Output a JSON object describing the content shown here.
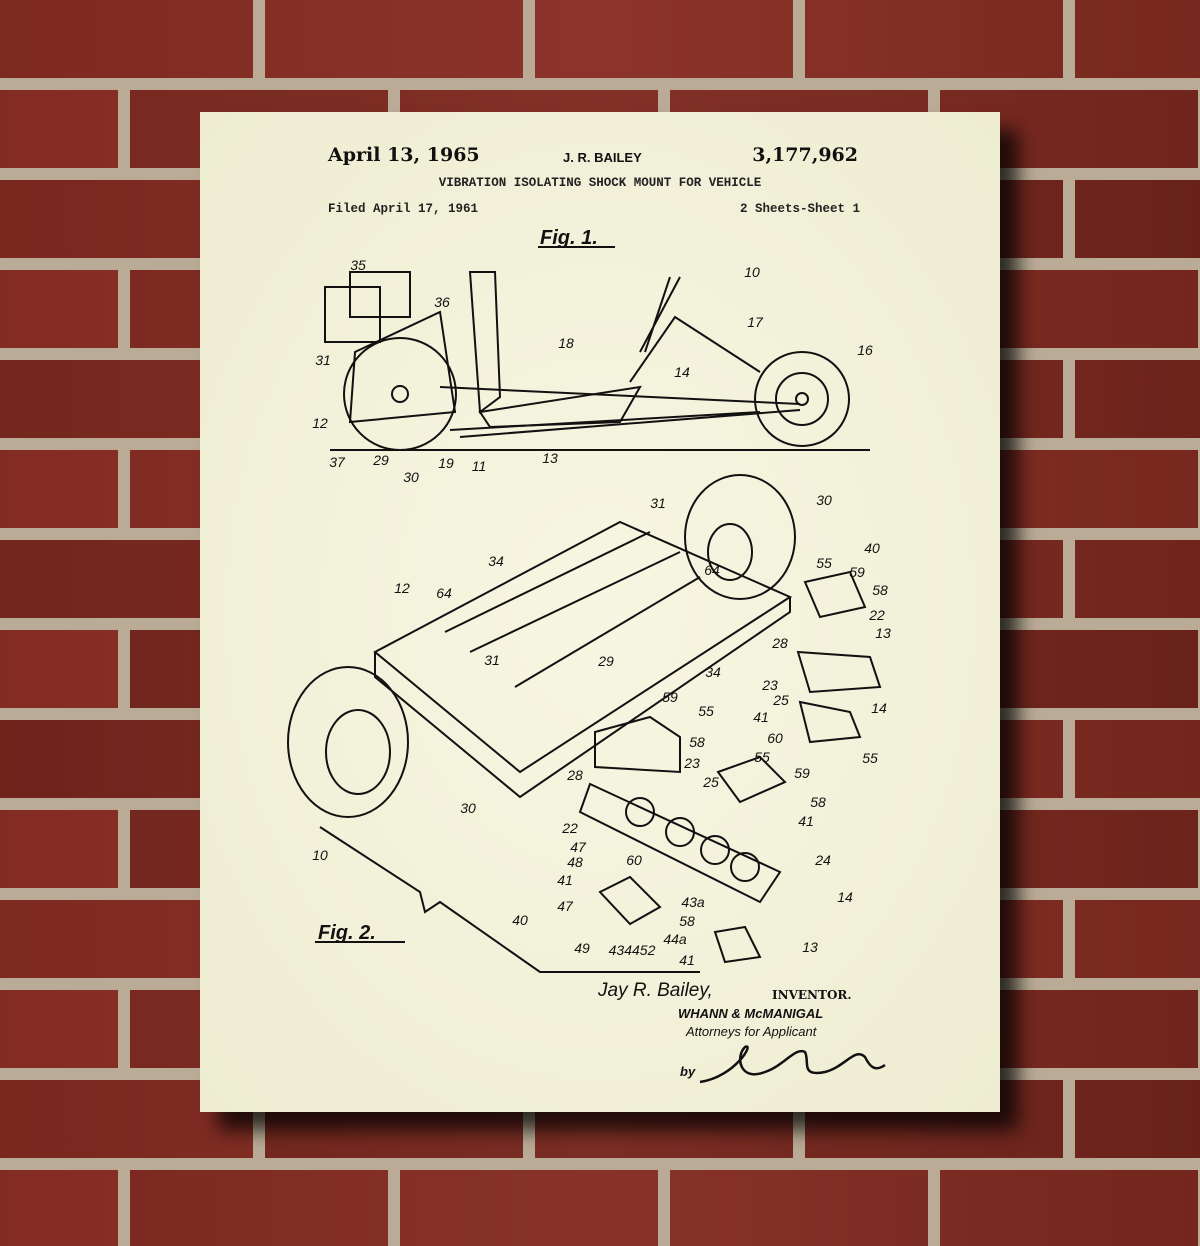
{
  "patent": {
    "date": "April 13, 1965",
    "inventor_header": "J. R. BAILEY",
    "number": "3,177,962",
    "title": "VIBRATION ISOLATING SHOCK MOUNT FOR VEHICLE",
    "filed": "Filed April 17, 1961",
    "sheets": "2 Sheets-Sheet 1"
  },
  "figures": {
    "fig1_label": "Fig. 1.",
    "fig2_label": "Fig. 2.",
    "fig1_numerals": [
      "35",
      "36",
      "31",
      "12",
      "37",
      "29",
      "30",
      "19",
      "11",
      "13",
      "18",
      "14",
      "17",
      "10",
      "16"
    ],
    "fig2_numerals": [
      "31",
      "30",
      "40",
      "55",
      "59",
      "58",
      "22",
      "13",
      "28",
      "23",
      "25",
      "41",
      "14",
      "60",
      "55",
      "34",
      "64",
      "12",
      "64",
      "31",
      "29",
      "34",
      "59",
      "55",
      "58",
      "55",
      "59",
      "58",
      "41",
      "28",
      "23",
      "25",
      "30",
      "22",
      "47",
      "48",
      "60",
      "41",
      "24",
      "43a",
      "14",
      "47",
      "40",
      "58",
      "44a",
      "49",
      "434452",
      "13",
      "41",
      "10"
    ]
  },
  "footer": {
    "inventor_signature": "Jay R. Bailey,",
    "inventor_label": "INVENTOR.",
    "attorneys": "WHANN & McMANIGAL",
    "attorneys_label": "Attorneys for Applicant",
    "by": "by"
  },
  "colors": {
    "paper": "#f4f3dc",
    "ink": "#111111",
    "brick": "#8e2f24",
    "mortar": "#b9ab95"
  }
}
